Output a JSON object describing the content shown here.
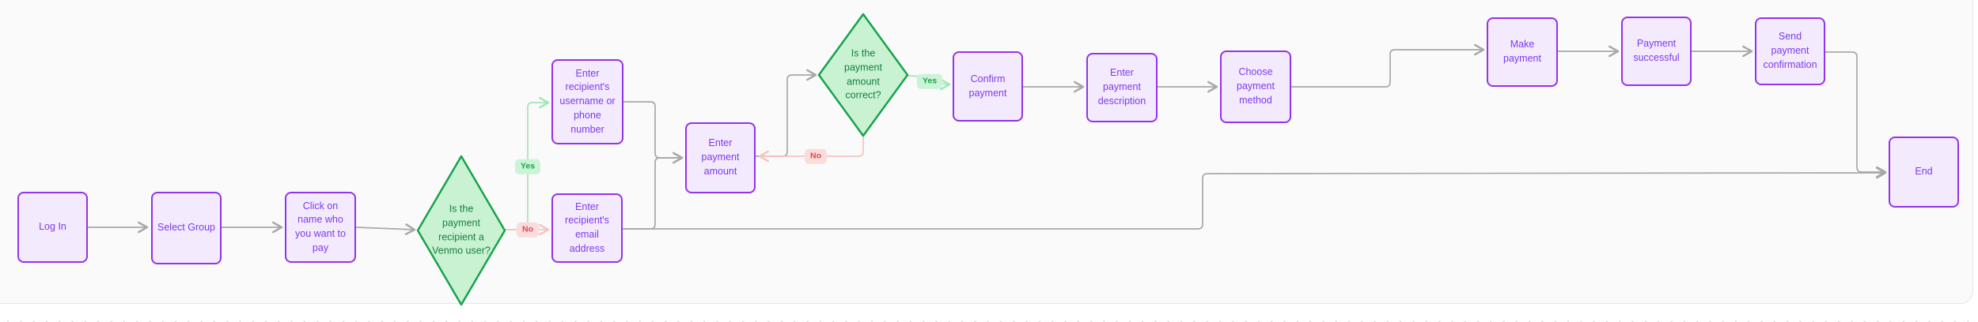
{
  "canvas": {
    "panel_background": "#fafafa",
    "grid_background": "#ffffff",
    "grid_dot_color": "#d4d4da"
  },
  "colors": {
    "process_fill": "#f4eafe",
    "process_border": "#9333ea",
    "process_text": "#7c3aed",
    "decision_fill": "#c9f2d3",
    "decision_border": "#17a34b",
    "decision_text": "#15803d",
    "edge_gray": "#a8a8a8",
    "edge_green": "#a3e6b6",
    "edge_pink": "#f6c3bf",
    "yes_pill_bg": "#c9f4d6",
    "yes_pill_text": "#1da04f",
    "no_pill_bg": "#fadcdc",
    "no_pill_text": "#df4a4a"
  },
  "flowchart": {
    "nodes": [
      {
        "id": "login",
        "type": "process",
        "label": "Log In"
      },
      {
        "id": "select-group",
        "type": "process",
        "label": "Select Group"
      },
      {
        "id": "click-name",
        "type": "process",
        "label": "Click on name who you want to pay"
      },
      {
        "id": "venmo-user",
        "type": "decision",
        "label": "Is the payment recipient a Venmo user?"
      },
      {
        "id": "username",
        "type": "process",
        "label": "Enter recipient's username or phone number"
      },
      {
        "id": "email",
        "type": "process",
        "label": "Enter recipient's email address"
      },
      {
        "id": "amount",
        "type": "process",
        "label": "Enter payment amount"
      },
      {
        "id": "amount-correct",
        "type": "decision",
        "label": "Is the payment amount correct?"
      },
      {
        "id": "confirm",
        "type": "process",
        "label": "Confirm payment"
      },
      {
        "id": "description",
        "type": "process",
        "label": "Enter payment description"
      },
      {
        "id": "method",
        "type": "process",
        "label": "Choose payment method"
      },
      {
        "id": "make-payment",
        "type": "process",
        "label": "Make payment"
      },
      {
        "id": "success",
        "type": "process",
        "label": "Payment successful"
      },
      {
        "id": "send-confirmation",
        "type": "process",
        "label": "Send payment confirmation"
      },
      {
        "id": "end",
        "type": "process",
        "label": "End"
      }
    ],
    "edges": [
      {
        "from": "login",
        "to": "select-group",
        "label": ""
      },
      {
        "from": "select-group",
        "to": "click-name",
        "label": ""
      },
      {
        "from": "click-name",
        "to": "venmo-user",
        "label": ""
      },
      {
        "from": "venmo-user",
        "to": "username",
        "label": "Yes"
      },
      {
        "from": "venmo-user",
        "to": "email",
        "label": "No"
      },
      {
        "from": "username",
        "to": "amount",
        "label": ""
      },
      {
        "from": "email",
        "to": "amount",
        "label": ""
      },
      {
        "from": "email",
        "to": "end",
        "label": ""
      },
      {
        "from": "amount",
        "to": "amount-correct",
        "label": ""
      },
      {
        "from": "amount-correct",
        "to": "confirm",
        "label": "Yes"
      },
      {
        "from": "amount-correct",
        "to": "amount",
        "label": "No"
      },
      {
        "from": "confirm",
        "to": "description",
        "label": ""
      },
      {
        "from": "description",
        "to": "method",
        "label": ""
      },
      {
        "from": "method",
        "to": "make-payment",
        "label": ""
      },
      {
        "from": "make-payment",
        "to": "success",
        "label": ""
      },
      {
        "from": "success",
        "to": "send-confirmation",
        "label": ""
      },
      {
        "from": "send-confirmation",
        "to": "end",
        "label": ""
      }
    ]
  }
}
